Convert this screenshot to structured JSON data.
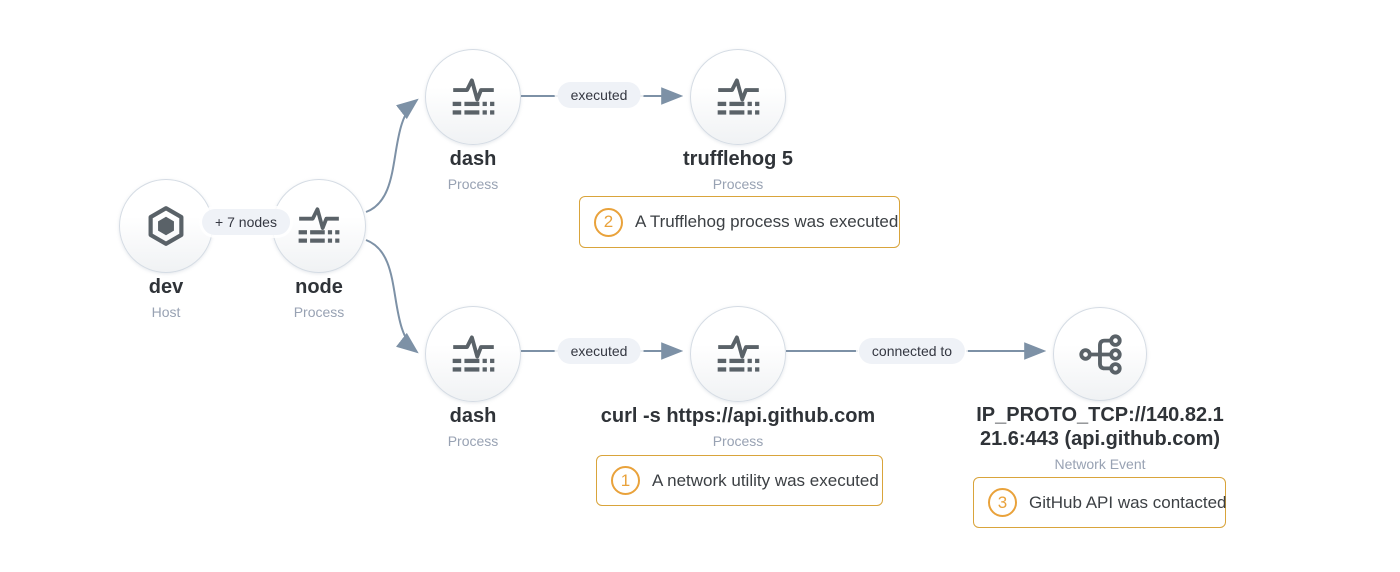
{
  "graph": {
    "nodes": [
      {
        "id": "dev",
        "label": "dev",
        "sublabel": "Host",
        "icon": "host-hexagon-icon"
      },
      {
        "id": "node",
        "label": "node",
        "sublabel": "Process",
        "icon": "process-icon"
      },
      {
        "id": "dash-top",
        "label": "dash",
        "sublabel": "Process",
        "icon": "process-icon"
      },
      {
        "id": "trufflehog",
        "label": "trufflehog 5",
        "sublabel": "Process",
        "icon": "process-icon"
      },
      {
        "id": "dash-bottom",
        "label": "dash",
        "sublabel": "Process",
        "icon": "process-icon"
      },
      {
        "id": "curl",
        "label": "curl -s https://api.github.com",
        "sublabel": "Process",
        "icon": "process-icon"
      },
      {
        "id": "network-event",
        "label": "IP_PROTO_TCP://140.82.121.6:443 (api.github.com)",
        "sublabel": "Network Event",
        "icon": "network-fork-icon"
      }
    ],
    "edge_labels": {
      "plus_nodes": "+ 7 nodes",
      "executed_top": "executed",
      "executed_bottom": "executed",
      "connected_to": "connected to"
    },
    "edges": [
      {
        "from": "dev",
        "to": "node",
        "label": "+ 7 nodes"
      },
      {
        "from": "node",
        "to": "dash-top"
      },
      {
        "from": "node",
        "to": "dash-bottom"
      },
      {
        "from": "dash-top",
        "to": "trufflehog",
        "label": "executed"
      },
      {
        "from": "dash-bottom",
        "to": "curl",
        "label": "executed"
      },
      {
        "from": "curl",
        "to": "network-event",
        "label": "connected to"
      }
    ]
  },
  "annotations": [
    {
      "number": "1",
      "text": "A network utility was executed"
    },
    {
      "number": "2",
      "text": "A Trufflehog process was executed"
    },
    {
      "number": "3",
      "text": "GitHub API was contacted"
    }
  ],
  "colors": {
    "background": "#ffffff",
    "edge": "#7d91a6",
    "icon": "#5a6268",
    "node_border": "#d5dce4",
    "node_fill_gradient_end": "#f0f2f4",
    "pill_background": "#eff2f7",
    "pill_text": "#343741",
    "label_text": "#2f3338",
    "sublabel_text": "#98a2b3",
    "annotation_border": "#d9a43b",
    "annotation_accent": "#e9a23b",
    "annotation_text": "#3c4044"
  }
}
